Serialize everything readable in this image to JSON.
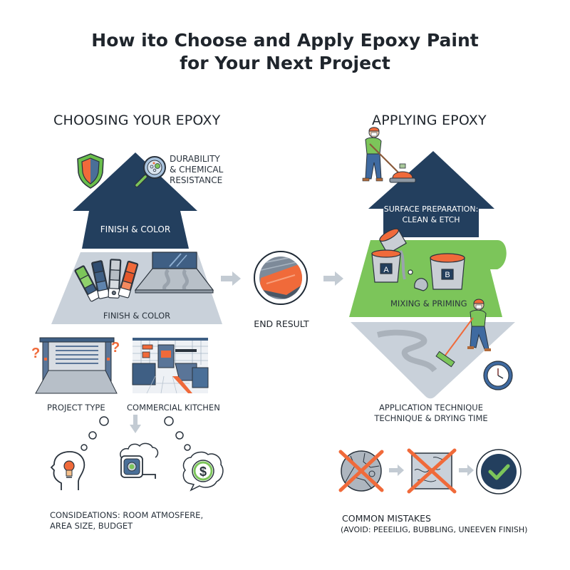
{
  "title": {
    "line1": "How ito Choose and Apply Epoxy Paint",
    "line2": "for Your Next Project"
  },
  "colors": {
    "navy": "#233f5e",
    "light_gray": "#c9d1da",
    "green": "#7cc55a",
    "orange": "#f06a3a",
    "arrow_gray": "#c3cbd3",
    "text_dark": "#1f252c"
  },
  "choosing": {
    "heading": "CHOOSING YOUR EPOXY",
    "top_arrow": {
      "label": "FINISH & COLOR",
      "side_label_lines": [
        "DURABILITY",
        "& CHEMICAL",
        "RESISTANCE"
      ],
      "icons": [
        "shield-icon",
        "magnifier-icon"
      ]
    },
    "base": {
      "label": "FINISH & COLOR",
      "icons": [
        "color-swatch-fan-icon",
        "epoxy-floor-sample-icon"
      ]
    },
    "project_types": [
      {
        "label": "PROJECT TYPE",
        "icon": "garage-icon"
      },
      {
        "label": "COMMERCIAL KITCHEN",
        "icon": "kitchen-icon"
      }
    ],
    "considerations": {
      "icons": [
        "head-lightbulb-icon",
        "tape-measure-icon",
        "dollar-thought-icon"
      ],
      "text_line1": "CONSIDEATIONS: ROOM ATMOSFERE,",
      "text_line2": "AREA SIZE, BUDGET"
    }
  },
  "end_result": {
    "label": "END RESULT",
    "icon": "coated-floor-icon"
  },
  "applying": {
    "heading": "APPLYING EPOXY",
    "steps": [
      {
        "label_lines": [
          "SURFACE PREPARATION:",
          "CLEAN & ETCH"
        ],
        "icon": "floor-grinder-worker-icon"
      },
      {
        "label_lines": [
          "MIXING & PRIMING"
        ],
        "icon": "paint-buckets-icon",
        "bucket_labels": [
          "A",
          "B"
        ]
      },
      {
        "label_lines": [
          "APPLICATION TECHNIQUE",
          "TECHNIQUE & DRYING TIME"
        ],
        "icon": "squeegee-worker-icon"
      }
    ],
    "mistakes": {
      "heading": "COMMON MISTAKES",
      "detail": "(AVOID: PEEEILIG, BUBBLING, UNEEVEN FINISH)",
      "icons": [
        "peeling-crossed-icon",
        "bubbling-crossed-icon",
        "checkmark-icon"
      ]
    }
  }
}
